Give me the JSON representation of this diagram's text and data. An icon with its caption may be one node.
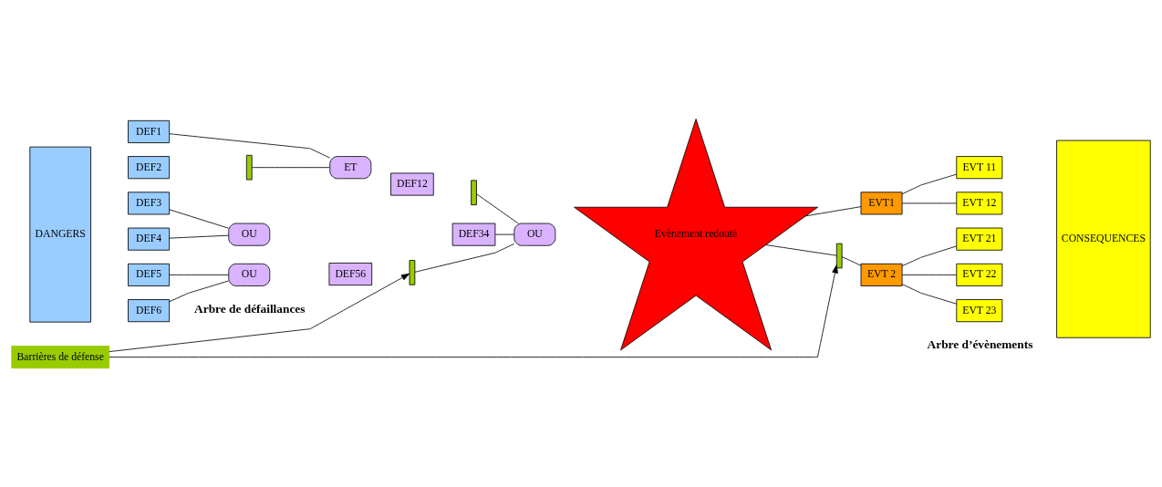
{
  "diagram": {
    "nodes": [
      {
        "text": [
          "DANGERS"
        ]
      },
      {
        "text": [
          "DEF1"
        ]
      },
      {
        "text": [
          "DEF2"
        ]
      },
      {
        "text": [
          "DEF3"
        ]
      },
      {
        "text": [
          "DEF4"
        ]
      },
      {
        "text": [
          "DEF5"
        ]
      },
      {
        "text": [
          "DEF6"
        ]
      },
      {
        "text": [
          "ET"
        ]
      },
      {
        "text": [
          "DEF12"
        ]
      },
      {
        "text": [
          "OU"
        ]
      },
      {
        "text": [
          "DEF34"
        ]
      },
      {
        "text": [
          "OU"
        ]
      },
      {
        "text": [
          "DEF56"
        ]
      },
      {
        "text": [
          "OU"
        ]
      },
      {
        "text": [
          "Evènement redouté"
        ]
      },
      {
        "text": [
          "EVT1"
        ]
      },
      {
        "text": [
          "EVT 2"
        ]
      },
      {
        "text": [
          "EVT 11"
        ]
      },
      {
        "text": [
          "EVT 12"
        ]
      },
      {
        "text": [
          "EVT 21"
        ]
      },
      {
        "text": [
          "EVT 22"
        ]
      },
      {
        "text": [
          "EVT 23"
        ]
      },
      {
        "text": [
          "CONSEQUENCES"
        ]
      },
      {
        "text": [
          "Barrières de défense"
        ]
      },
      {
        "text": [],
        "shape": "bar"
      },
      {
        "text": [],
        "shape": "bar"
      },
      {
        "text": [],
        "shape": "bar"
      },
      {
        "text": [],
        "shape": "bar"
      }
    ],
    "edges": [
      {
        "from": 1,
        "to": 7,
        "arrow": "none"
      },
      {
        "from": 24,
        "to": 7,
        "arrow": "none"
      },
      {
        "from": 3,
        "to": 9,
        "arrow": "none"
      },
      {
        "from": 4,
        "to": 9,
        "arrow": "none"
      },
      {
        "from": 5,
        "to": 11,
        "arrow": "none"
      },
      {
        "from": 6,
        "to": 11,
        "arrow": "none"
      },
      {
        "from": 25,
        "to": 13,
        "arrow": "none"
      },
      {
        "from": 10,
        "to": 13,
        "arrow": "none"
      },
      {
        "from": 26,
        "to": 13,
        "arrow": "none"
      },
      {
        "from": 14,
        "to": 15,
        "arrow": "none"
      },
      {
        "from": 14,
        "to": 27,
        "arrow": "none"
      },
      {
        "from": 27,
        "to": 16,
        "arrow": "none"
      },
      {
        "from": 15,
        "to": 17,
        "arrow": "none"
      },
      {
        "from": 15,
        "to": 18,
        "arrow": "none"
      },
      {
        "from": 16,
        "to": 19,
        "arrow": "none"
      },
      {
        "from": 16,
        "to": 20,
        "arrow": "none"
      },
      {
        "from": 16,
        "to": 21,
        "arrow": "none"
      },
      {
        "from": 23,
        "to": 26,
        "arrow": "to"
      },
      {
        "from": 23,
        "to": 27,
        "arrow": "to"
      }
    ],
    "labels": [
      "Arbre de défaillances",
      "Arbre d’évènements"
    ]
  }
}
